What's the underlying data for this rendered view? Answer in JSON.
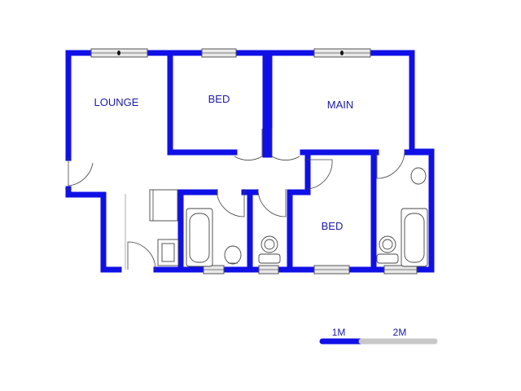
{
  "floor_plan": {
    "wall_color": "#1010e6",
    "label_color": "#1a1aa6",
    "rooms": [
      {
        "id": "lounge",
        "label": "LOUNGE"
      },
      {
        "id": "bed1",
        "label": "BED"
      },
      {
        "id": "main",
        "label": "MAIN"
      },
      {
        "id": "bed2",
        "label": "BED"
      }
    ]
  },
  "scale_bar": {
    "label_1": "1M",
    "label_2": "2M",
    "color_1": "#1010e6",
    "color_2": "#c8c8c8"
  }
}
